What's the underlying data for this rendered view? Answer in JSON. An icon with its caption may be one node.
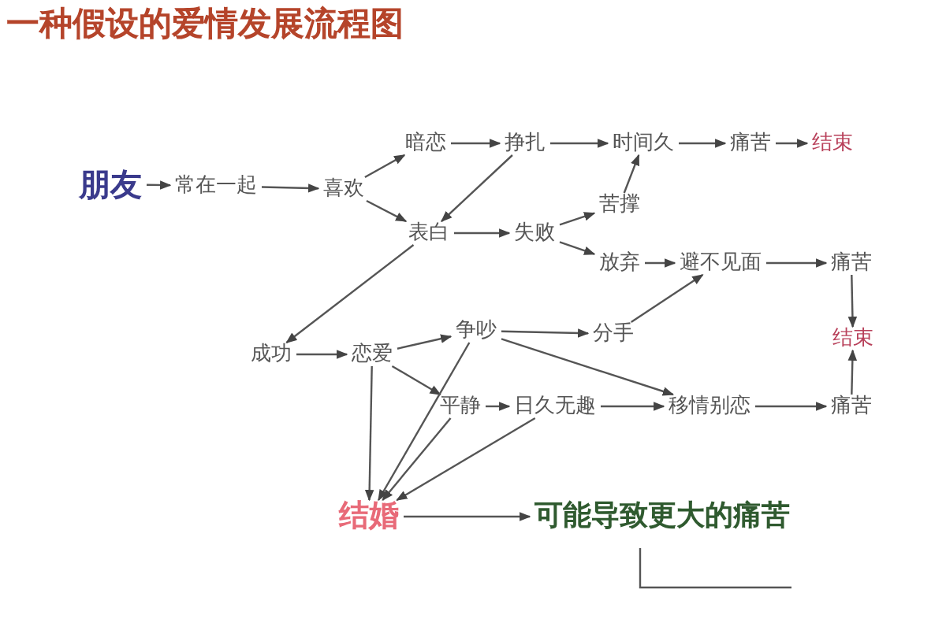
{
  "diagram": {
    "title": "一种假设的爱情发展流程图",
    "nodes": [
      {
        "text": [
          "朋友"
        ]
      },
      {
        "text": [
          "常在一起"
        ]
      },
      {
        "text": [
          "喜欢"
        ]
      },
      {
        "text": [
          "暗恋"
        ]
      },
      {
        "text": [
          "挣扎"
        ]
      },
      {
        "text": [
          "时间久"
        ]
      },
      {
        "text": [
          "痛苦"
        ]
      },
      {
        "text": [
          "结束"
        ]
      },
      {
        "text": [
          "表白"
        ]
      },
      {
        "text": [
          "失败"
        ]
      },
      {
        "text": [
          "苦撑"
        ]
      },
      {
        "text": [
          "放弃"
        ]
      },
      {
        "text": [
          "避不见面"
        ]
      },
      {
        "text": [
          "痛苦"
        ]
      },
      {
        "text": [
          "成功"
        ]
      },
      {
        "text": [
          "恋爱"
        ]
      },
      {
        "text": [
          "争吵"
        ]
      },
      {
        "text": [
          "分手"
        ]
      },
      {
        "text": [
          "结束"
        ]
      },
      {
        "text": [
          "平静"
        ]
      },
      {
        "text": [
          "日久无趣"
        ]
      },
      {
        "text": [
          "移情别恋"
        ]
      },
      {
        "text": [
          "痛苦"
        ]
      },
      {
        "text": [
          "结婚"
        ]
      },
      {
        "text": [
          "可能导致更大的痛苦"
        ]
      }
    ],
    "edges": [
      {
        "from": 0,
        "to": 1,
        "arrow": "to"
      },
      {
        "from": 1,
        "to": 2,
        "arrow": "to"
      },
      {
        "from": 2,
        "to": 3,
        "arrow": "to"
      },
      {
        "from": 2,
        "to": 8,
        "arrow": "to"
      },
      {
        "from": 3,
        "to": 4,
        "arrow": "to"
      },
      {
        "from": 4,
        "to": 5,
        "arrow": "to"
      },
      {
        "from": 5,
        "to": 6,
        "arrow": "to"
      },
      {
        "from": 6,
        "to": 7,
        "arrow": "to"
      },
      {
        "from": 4,
        "to": 8,
        "arrow": "to"
      },
      {
        "from": 8,
        "to": 9,
        "arrow": "to"
      },
      {
        "from": 9,
        "to": 10,
        "arrow": "to"
      },
      {
        "from": 9,
        "to": 11,
        "arrow": "to"
      },
      {
        "from": 10,
        "to": 5,
        "arrow": "to"
      },
      {
        "from": 11,
        "to": 12,
        "arrow": "to"
      },
      {
        "from": 12,
        "to": 13,
        "arrow": "to"
      },
      {
        "from": 13,
        "to": 18,
        "arrow": "to"
      },
      {
        "from": 22,
        "to": 18,
        "arrow": "to"
      },
      {
        "from": 17,
        "to": 12,
        "arrow": "to"
      },
      {
        "from": 8,
        "to": 14,
        "arrow": "to"
      },
      {
        "from": 14,
        "to": 15,
        "arrow": "to"
      },
      {
        "from": 15,
        "to": 16,
        "arrow": "to"
      },
      {
        "from": 15,
        "to": 19,
        "arrow": "to"
      },
      {
        "from": 16,
        "to": 17,
        "arrow": "to"
      },
      {
        "from": 16,
        "to": 21,
        "arrow": "to"
      },
      {
        "from": 19,
        "to": 20,
        "arrow": "to"
      },
      {
        "from": 20,
        "to": 21,
        "arrow": "to"
      },
      {
        "from": 21,
        "to": 22,
        "arrow": "to"
      },
      {
        "from": 15,
        "to": 23,
        "arrow": "to"
      },
      {
        "from": 16,
        "to": 23,
        "arrow": "to"
      },
      {
        "from": 19,
        "to": 23,
        "arrow": "to"
      },
      {
        "from": 20,
        "to": 23,
        "arrow": "to"
      },
      {
        "from": 23,
        "to": 24,
        "arrow": "to"
      }
    ]
  }
}
